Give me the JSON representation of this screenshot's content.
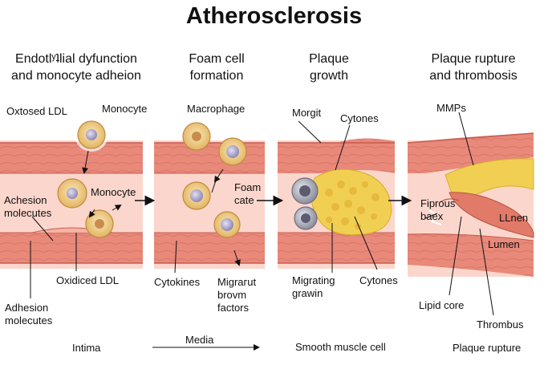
{
  "title": "Atherosclerosis",
  "stages": [
    {
      "heading_line1": "Endotlʸʇlial dyfunction",
      "heading_line2": "and monocyte adheion"
    },
    {
      "heading_line1": "Foam cell",
      "heading_line2": "formation"
    },
    {
      "heading_line1": "Plaque",
      "heading_line2": "growth"
    },
    {
      "heading_line1": "Plaque rupture",
      "heading_line2": "and thrombosis"
    }
  ],
  "labels": {
    "oxtosed_ldl": "Oxtosed LDL",
    "monocyte_top": "Monocyte",
    "monocyte_mid": "Monocyte",
    "achesion_molecutes_1": "Achesion",
    "achesion_molecutes_2": "molecutes",
    "oxidiced_ldl": "Oxidiced LDL",
    "adhesion_molecutes_1": "Adhesion",
    "adhesion_molecutes_2": "molecutes",
    "macrophage": "Macrophage",
    "foam_cate_1": "Foam",
    "foam_cate_2": "cate",
    "cytokines": "Cytokines",
    "migraput_1": "Migraгut",
    "migraput_2": "brovm",
    "migraput_3": "factors",
    "morgit": "Morgit",
    "cytones_top": "Cytones",
    "migrating_1": "Migrating",
    "migrating_2": "grawin",
    "cytones_bottom": "Cytones",
    "mmps": "MMPs",
    "fibrous_1": "Fiprous",
    "fibrous_2": "baex",
    "llnen": "LLnen",
    "lumen": "Lumen",
    "lipid_core": "Lipid core",
    "thrombus": "Thrombus"
  },
  "bottom": {
    "intima": "Intima",
    "media": "Media",
    "smooth_muscle": "Smooth muscle cell",
    "plaque_rupture": "Plaque rupture"
  },
  "colors": {
    "vessel_wall": "#e8897a",
    "vessel_wall_dark": "#d56e60",
    "lumen": "#fbd6cc",
    "plaque": "#f1cf52",
    "cell_body": "#f0cf86",
    "nucleus": "#b7b0d2"
  }
}
